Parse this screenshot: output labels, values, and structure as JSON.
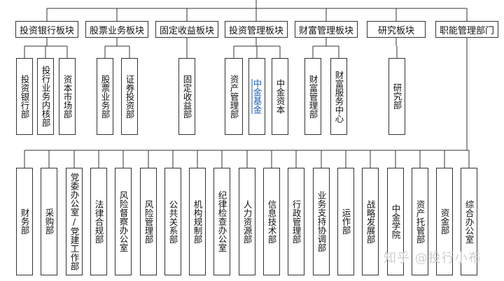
{
  "divisions": [
    {
      "name": "投资银行板块",
      "units": [
        "投资银行部",
        "投行业务内核部",
        "资本市场部"
      ]
    },
    {
      "name": "股票业务板块",
      "units": [
        "股票业务部",
        "证券投资部"
      ]
    },
    {
      "name": "固定收益板块",
      "units": [
        "固定收益部"
      ]
    },
    {
      "name": "投资管理板块",
      "units": [
        "资产管理部",
        "中金基金",
        "中金资本"
      ]
    },
    {
      "name": "财富管理板块",
      "units": [
        "财富管理部",
        "财富服务中心"
      ]
    },
    {
      "name": "研究板块",
      "units": [
        "研究部"
      ]
    },
    {
      "name": "职能管理部门",
      "units": []
    }
  ],
  "functional_departments": [
    "财务部",
    "采购部",
    "党委办公室/党建工作部",
    "法律合规部",
    "风险督察办公室",
    "风险管理部",
    "公共关系部",
    "机构规制部",
    "纪律检查办公室",
    "人力资源部",
    "信息技术部",
    "行政管理部",
    "业务支持协调部",
    "运作部",
    "战略发展部",
    "中金学院",
    "资产托管部",
    "资金部",
    "综合办公室"
  ],
  "watermark": "知乎 @投行小布"
}
